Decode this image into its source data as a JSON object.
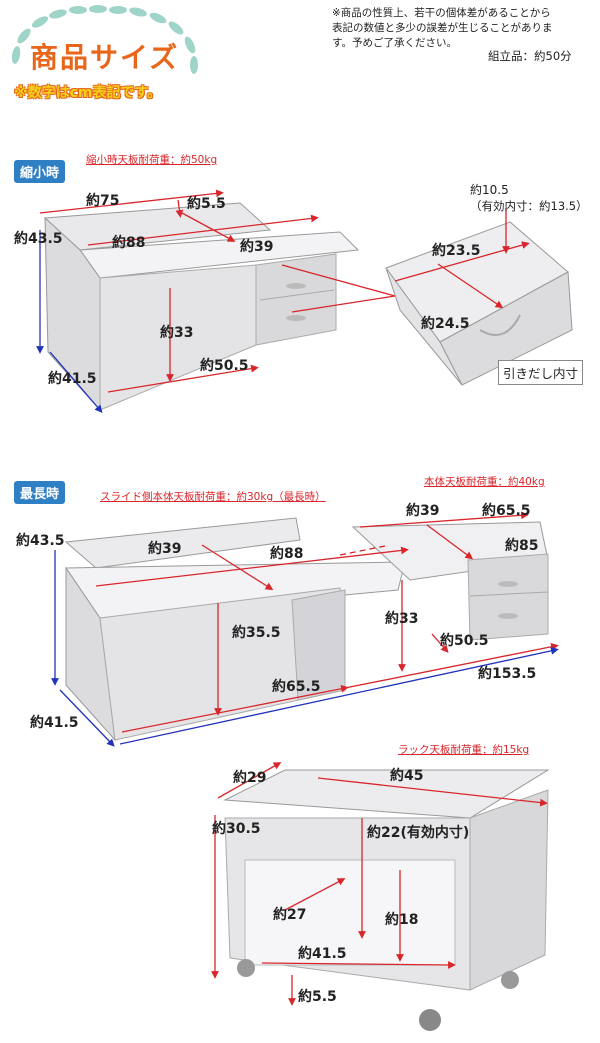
{
  "header": {
    "title": "商品サイズ",
    "subtitle": "※数字はcm表記です。",
    "notice_line1": "※商品の性質上、若干の個体差があることから",
    "notice_line2": "表記の数値と多少の誤差が生じることがありま",
    "notice_line3": "す。予めご了承ください。",
    "assembly": "組立品：約50分"
  },
  "compact": {
    "badge": "縮小時",
    "load_note": "縮小時天板耐荷重：約50kg",
    "dims": {
      "w75": "約75",
      "d5_5": "約5.5",
      "h43_5": "約43.5",
      "w88": "約88",
      "d39": "約39",
      "h33": "約33",
      "d50_5": "約50.5",
      "d41_5": "約41.5"
    }
  },
  "drawer": {
    "d10_5": "約10.5",
    "inner": "（有効内寸：約13.5）",
    "d23_5": "約23.5",
    "d24_5": "約24.5",
    "caption": "引きだし内寸"
  },
  "extended": {
    "badge": "最長時",
    "main_load": "本体天板耐荷重：約40kg",
    "slide_load": "スライド側本体天板耐荷重：約30kg（最長時）",
    "dims": {
      "h43_5": "約43.5",
      "d39a": "約39",
      "w88": "約88",
      "d39b": "約39",
      "d65_5a": "約65.5",
      "d85": "約85",
      "h35_5": "約35.5",
      "h33": "約33",
      "d50_5": "約50.5",
      "w153_5": "約153.5",
      "d65_5b": "約65.5",
      "d41_5": "約41.5"
    }
  },
  "rack": {
    "load_note": "ラック天板耐荷重：約15kg",
    "dims": {
      "w29": "約29",
      "w45": "約45",
      "h30_5": "約30.5",
      "h22": "約22(有効内寸)",
      "d27": "約27",
      "h18": "約18",
      "w41_5": "約41.5",
      "h5_5": "約5.5"
    }
  },
  "colors": {
    "accent_red": "#d8262b",
    "badge_blue": "#2f7fc4",
    "dim_blue": "#2233bb",
    "title_orange": "#e8661a",
    "title_yellow": "#f5d21a"
  }
}
